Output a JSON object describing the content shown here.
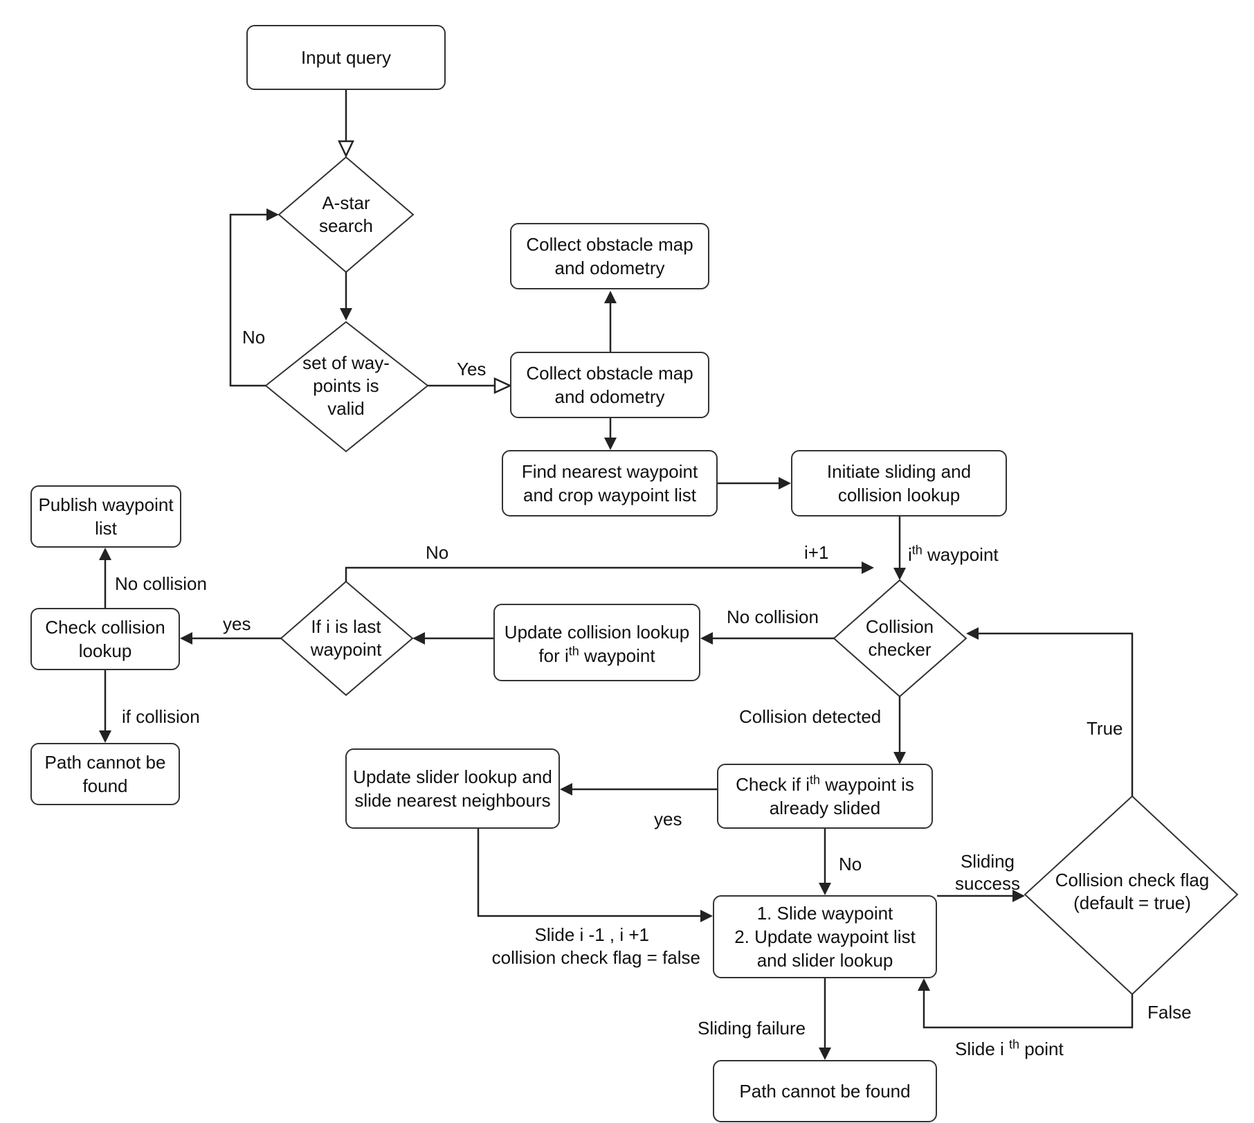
{
  "nodes": {
    "input_query": "Input query",
    "astar_search": "A-star search",
    "waypoints_valid": "set of way-points is valid",
    "collect_top": "Collect obstacle map and odometry",
    "collect_mid": "Collect obstacle map and odometry",
    "find_nearest": "Find nearest waypoint and crop waypoint list",
    "initiate_sliding": "Initiate sliding and collision lookup",
    "publish_list": "Publish waypoint list",
    "check_lookup": "Check collision lookup",
    "path_fail_left": "Path cannot be found",
    "if_last": "If i is last waypoint",
    "update_collision_pre": "Update collision lookup for i",
    "update_collision_sup": "th",
    "update_collision_post": " waypoint",
    "collision_checker": "Collision checker",
    "update_slider": "Update slider lookup and slide nearest neighbours",
    "check_slided_pre": "Check if i",
    "check_slided_sup": "th",
    "check_slided_post": " waypoint is already slided",
    "slide_step1": "1. Slide waypoint",
    "slide_step2": "2. Update waypoint list and slider lookup",
    "flag_diamond": "Collision check flag (default = true)",
    "path_fail_bottom": "Path cannot be found"
  },
  "labels": {
    "no_loop": "No",
    "yes_valid": "Yes",
    "no_top": "No",
    "i_plus_1": "i+1",
    "ith_waypoint_sup": "th",
    "ith_waypoint_post": " waypoint",
    "ith_waypoint_pre": "i",
    "no_collision_left": "No collision",
    "yes_last": "yes",
    "if_collision": "if collision",
    "no_collision_checker": "No collision",
    "collision_detected": "Collision detected",
    "true_label": "True",
    "yes_slided": "yes",
    "no_slided": "No",
    "sliding_success": "Sliding success",
    "slide_neighbours": "Slide i -1 , i +1",
    "flag_false": "collision check flag = false",
    "false_label": "False",
    "sliding_failure": "Sliding failure",
    "slide_ith_pre": "Slide i ",
    "slide_ith_sup": "th",
    "slide_ith_post": " point"
  }
}
